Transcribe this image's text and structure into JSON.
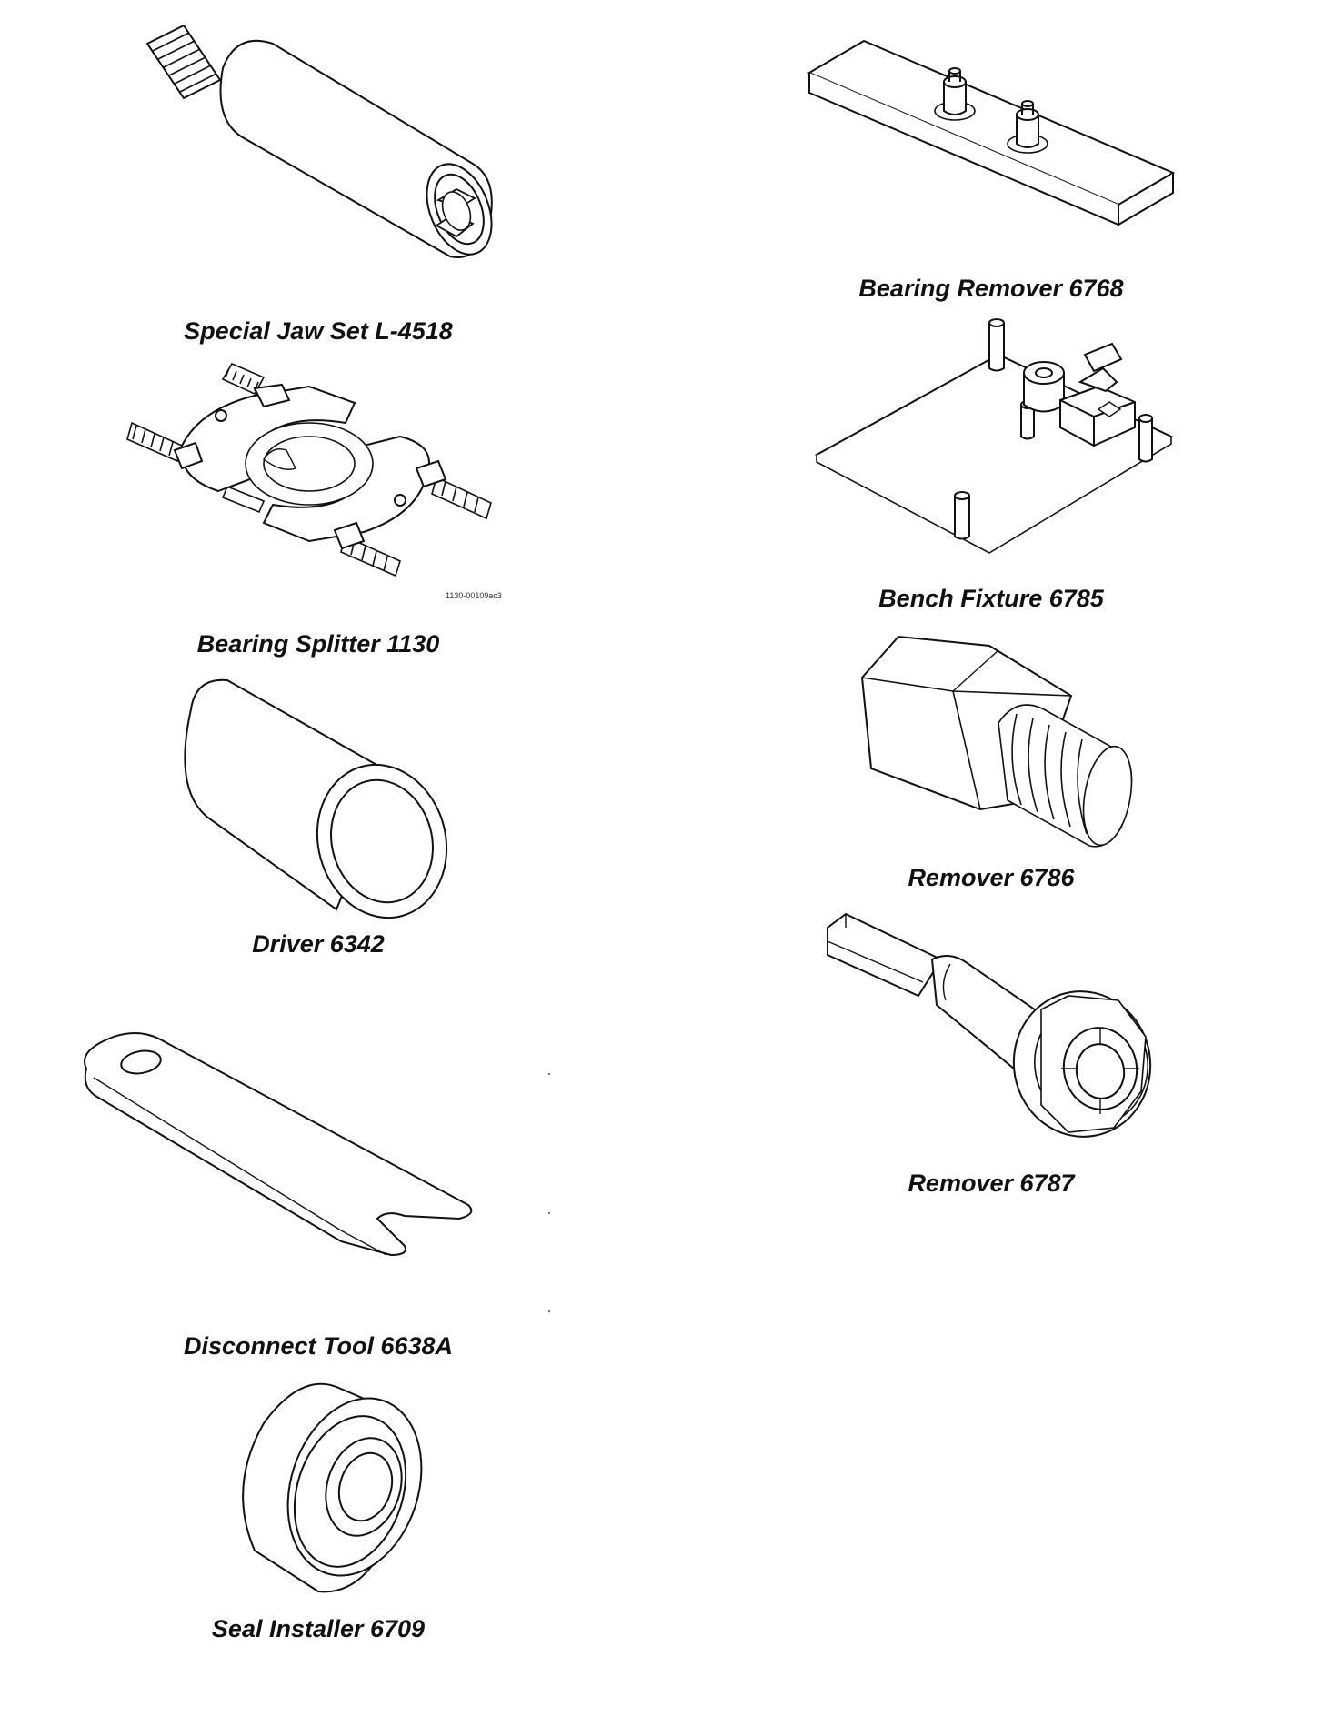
{
  "tools": [
    {
      "name": "Special Jaw Set L-4518",
      "icon": "jaw-set-tool"
    },
    {
      "name": "Bearing Splitter 1130",
      "icon": "bearing-splitter-tool",
      "figure_code": "1130-00109ac3"
    },
    {
      "name": "Driver 6342",
      "icon": "driver-tool"
    },
    {
      "name": "Disconnect Tool 6638A",
      "icon": "disconnect-tool"
    },
    {
      "name": "Seal Installer 6709",
      "icon": "seal-installer-tool"
    },
    {
      "name": "Bearing Remover 6768",
      "icon": "bearing-remover-tool"
    },
    {
      "name": "Bench Fixture 6785",
      "icon": "bench-fixture-tool"
    },
    {
      "name": "Remover 6786",
      "icon": "remover-6786-tool"
    },
    {
      "name": "Remover 6787",
      "icon": "remover-6787-tool"
    }
  ],
  "colors": {
    "line": "#111111",
    "paper": "#ffffff",
    "shade": "#f2f2f2"
  }
}
